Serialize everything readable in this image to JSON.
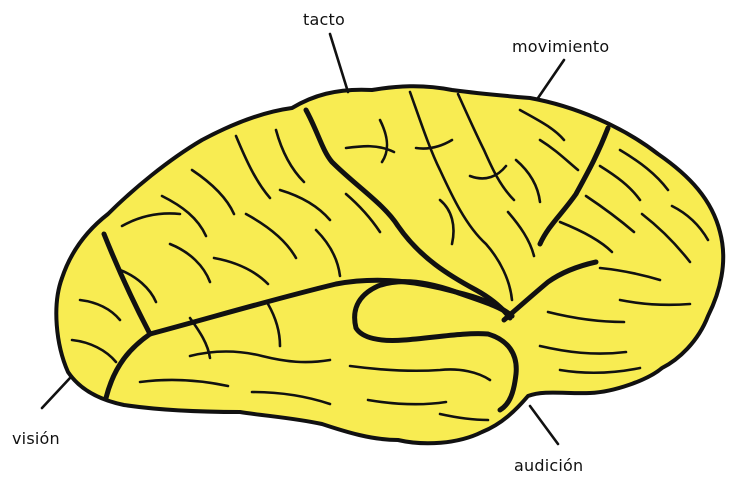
{
  "labels": {
    "touch": "tacto",
    "movement": "movimiento",
    "vision": "visión",
    "hearing": "audición"
  },
  "colors": {
    "brain_fill": "#f8ec52",
    "outline": "#111111",
    "background": "#ffffff"
  }
}
